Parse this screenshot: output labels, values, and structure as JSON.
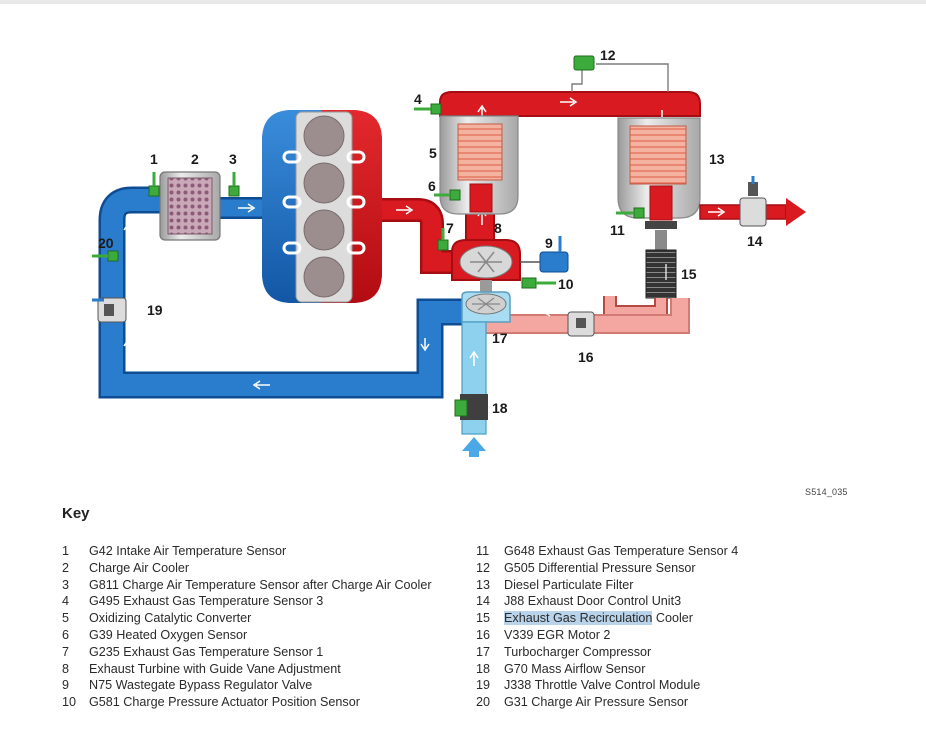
{
  "diagram": {
    "callouts": [
      "1",
      "2",
      "3",
      "4",
      "5",
      "6",
      "7",
      "8",
      "9",
      "10",
      "11",
      "12",
      "13",
      "14",
      "15",
      "16",
      "17",
      "18",
      "19",
      "20"
    ],
    "figure_code": "S514_035",
    "colors": {
      "hot_exhaust": "#d4141a",
      "cool_intake": "#1e6fbf",
      "fresh_air": "#8ed1ee",
      "egr_recirculation": "#f4a6a0",
      "sensor": "#3cab3c"
    }
  },
  "key": {
    "title": "Key",
    "left": [
      {
        "num": "1",
        "label": "G42 Intake Air Temperature Sensor"
      },
      {
        "num": "2",
        "label": "Charge Air Cooler"
      },
      {
        "num": "3",
        "label": "G811 Charge Air Temperature Sensor after Charge Air Cooler"
      },
      {
        "num": "4",
        "label": "G495 Exhaust Gas Temperature Sensor 3"
      },
      {
        "num": "5",
        "label": "Oxidizing Catalytic Converter"
      },
      {
        "num": "6",
        "label": "G39 Heated Oxygen Sensor"
      },
      {
        "num": "7",
        "label": "G235 Exhaust Gas Temperature Sensor 1"
      },
      {
        "num": "8",
        "label": "Exhaust Turbine with Guide Vane Adjustment"
      },
      {
        "num": "9",
        "label": "N75 Wastegate Bypass Regulator Valve"
      },
      {
        "num": "10",
        "label": "G581 Charge Pressure Actuator Position Sensor"
      }
    ],
    "right": [
      {
        "num": "11",
        "label": "G648 Exhaust Gas Temperature Sensor 4"
      },
      {
        "num": "12",
        "label": "G505 Differential Pressure Sensor"
      },
      {
        "num": "13",
        "label": "Diesel Particulate Filter"
      },
      {
        "num": "14",
        "label": "J88 Exhaust Door Control Unit3"
      },
      {
        "num": "15",
        "label": "Exhaust Gas Recirculation",
        "label_rest": " Cooler"
      },
      {
        "num": "16",
        "label": "V339 EGR Motor 2"
      },
      {
        "num": "17",
        "label": "Turbocharger Compressor"
      },
      {
        "num": "18",
        "label": "G70 Mass Airflow Sensor"
      },
      {
        "num": "19",
        "label": "J338 Throttle Valve Control Module"
      },
      {
        "num": "20",
        "label": "G31 Charge Air Pressure Sensor"
      }
    ]
  }
}
